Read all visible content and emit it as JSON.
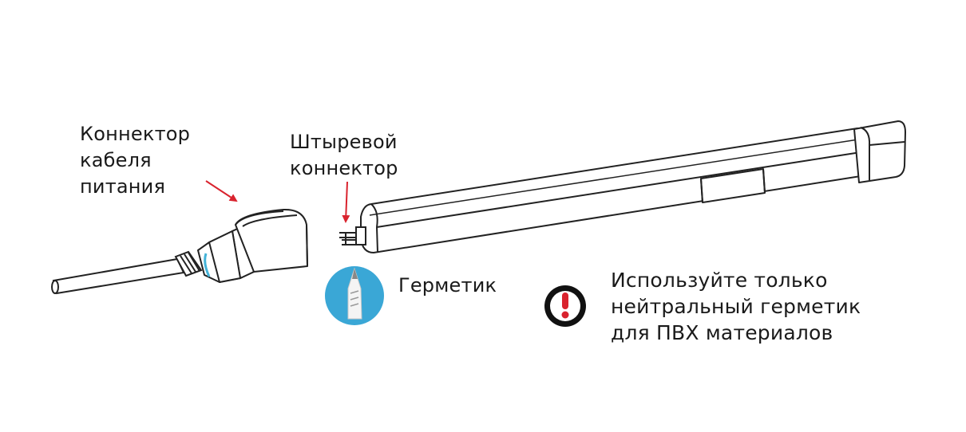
{
  "labels": {
    "power_cable_connector": [
      "Коннектор",
      "кабеля",
      "питания"
    ],
    "pin_connector": [
      "Штыревой",
      "коннектор"
    ],
    "sealant": "Герметик",
    "warning": [
      "Используйте только",
      "нейтральный герметик",
      "для ПВХ материалов"
    ]
  },
  "icons": {
    "sealant": "sealant-tube-icon",
    "warning": "exclamation-warning-icon"
  },
  "colors": {
    "arrow": "#d9232e",
    "sealant_circle": "#3aa7d6",
    "warning_ring": "#111111",
    "warning_mark": "#d9232e",
    "ring_accent": "#44b3d8"
  }
}
